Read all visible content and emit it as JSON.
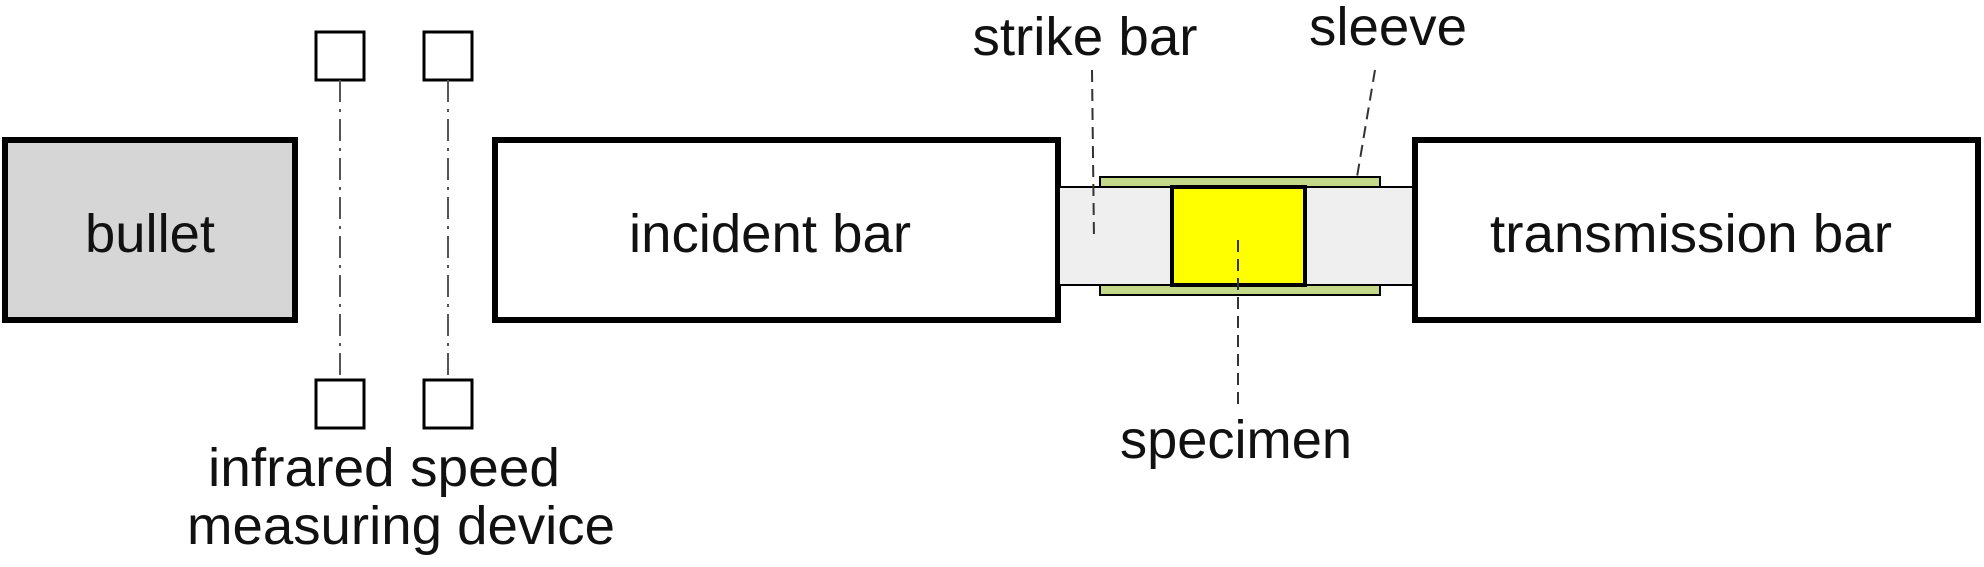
{
  "labels": {
    "bullet": "bullet",
    "incident_bar": "incident bar",
    "transmission_bar": "transmission bar",
    "strike_bar": "strike bar",
    "sleeve": "sleeve",
    "specimen": "specimen",
    "sensor_line1": "infrared speed",
    "sensor_line2": "measuring device"
  },
  "colors": {
    "bullet_fill": "#d6d6d6",
    "bar_fill": "#ffffff",
    "strike_bar_fill": "#efefef",
    "specimen_fill": "#ffff00",
    "sleeve_fill": "#c4d88a",
    "outline": "#000000"
  }
}
